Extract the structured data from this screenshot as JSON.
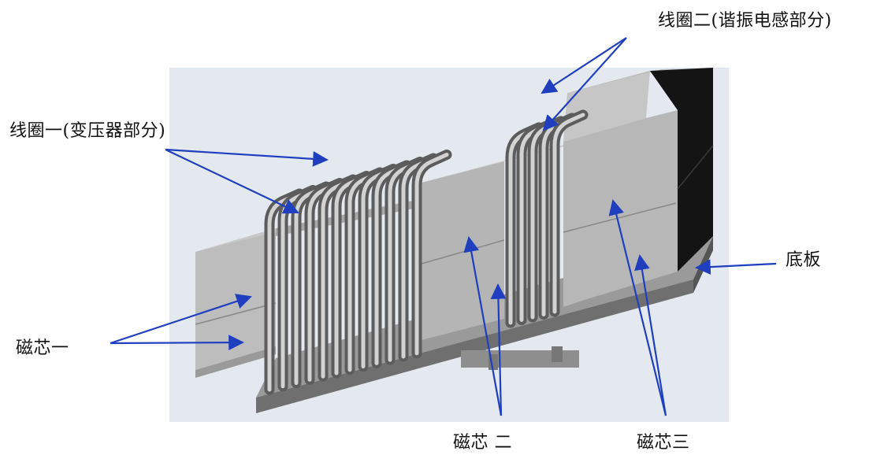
{
  "labels": {
    "coil_two": "线圈二(谐振电感部分)",
    "coil_one": "线圈一(变压器部分)",
    "base_plate": "底板",
    "core_one": "磁芯一",
    "core_two": "磁芯 二",
    "core_three": "磁芯三"
  },
  "colors": {
    "arrow": "#1f3fbf",
    "core_light": "#b9b9b9",
    "core_mid": "#9c9c9c",
    "core_dark": "#7a7a7a",
    "coil_light": "#c7c7c7",
    "coil_dark": "#6e6e6e",
    "base": "#8a8a8a",
    "black_face": "#141414",
    "backdrop": "#dfe6ee"
  }
}
